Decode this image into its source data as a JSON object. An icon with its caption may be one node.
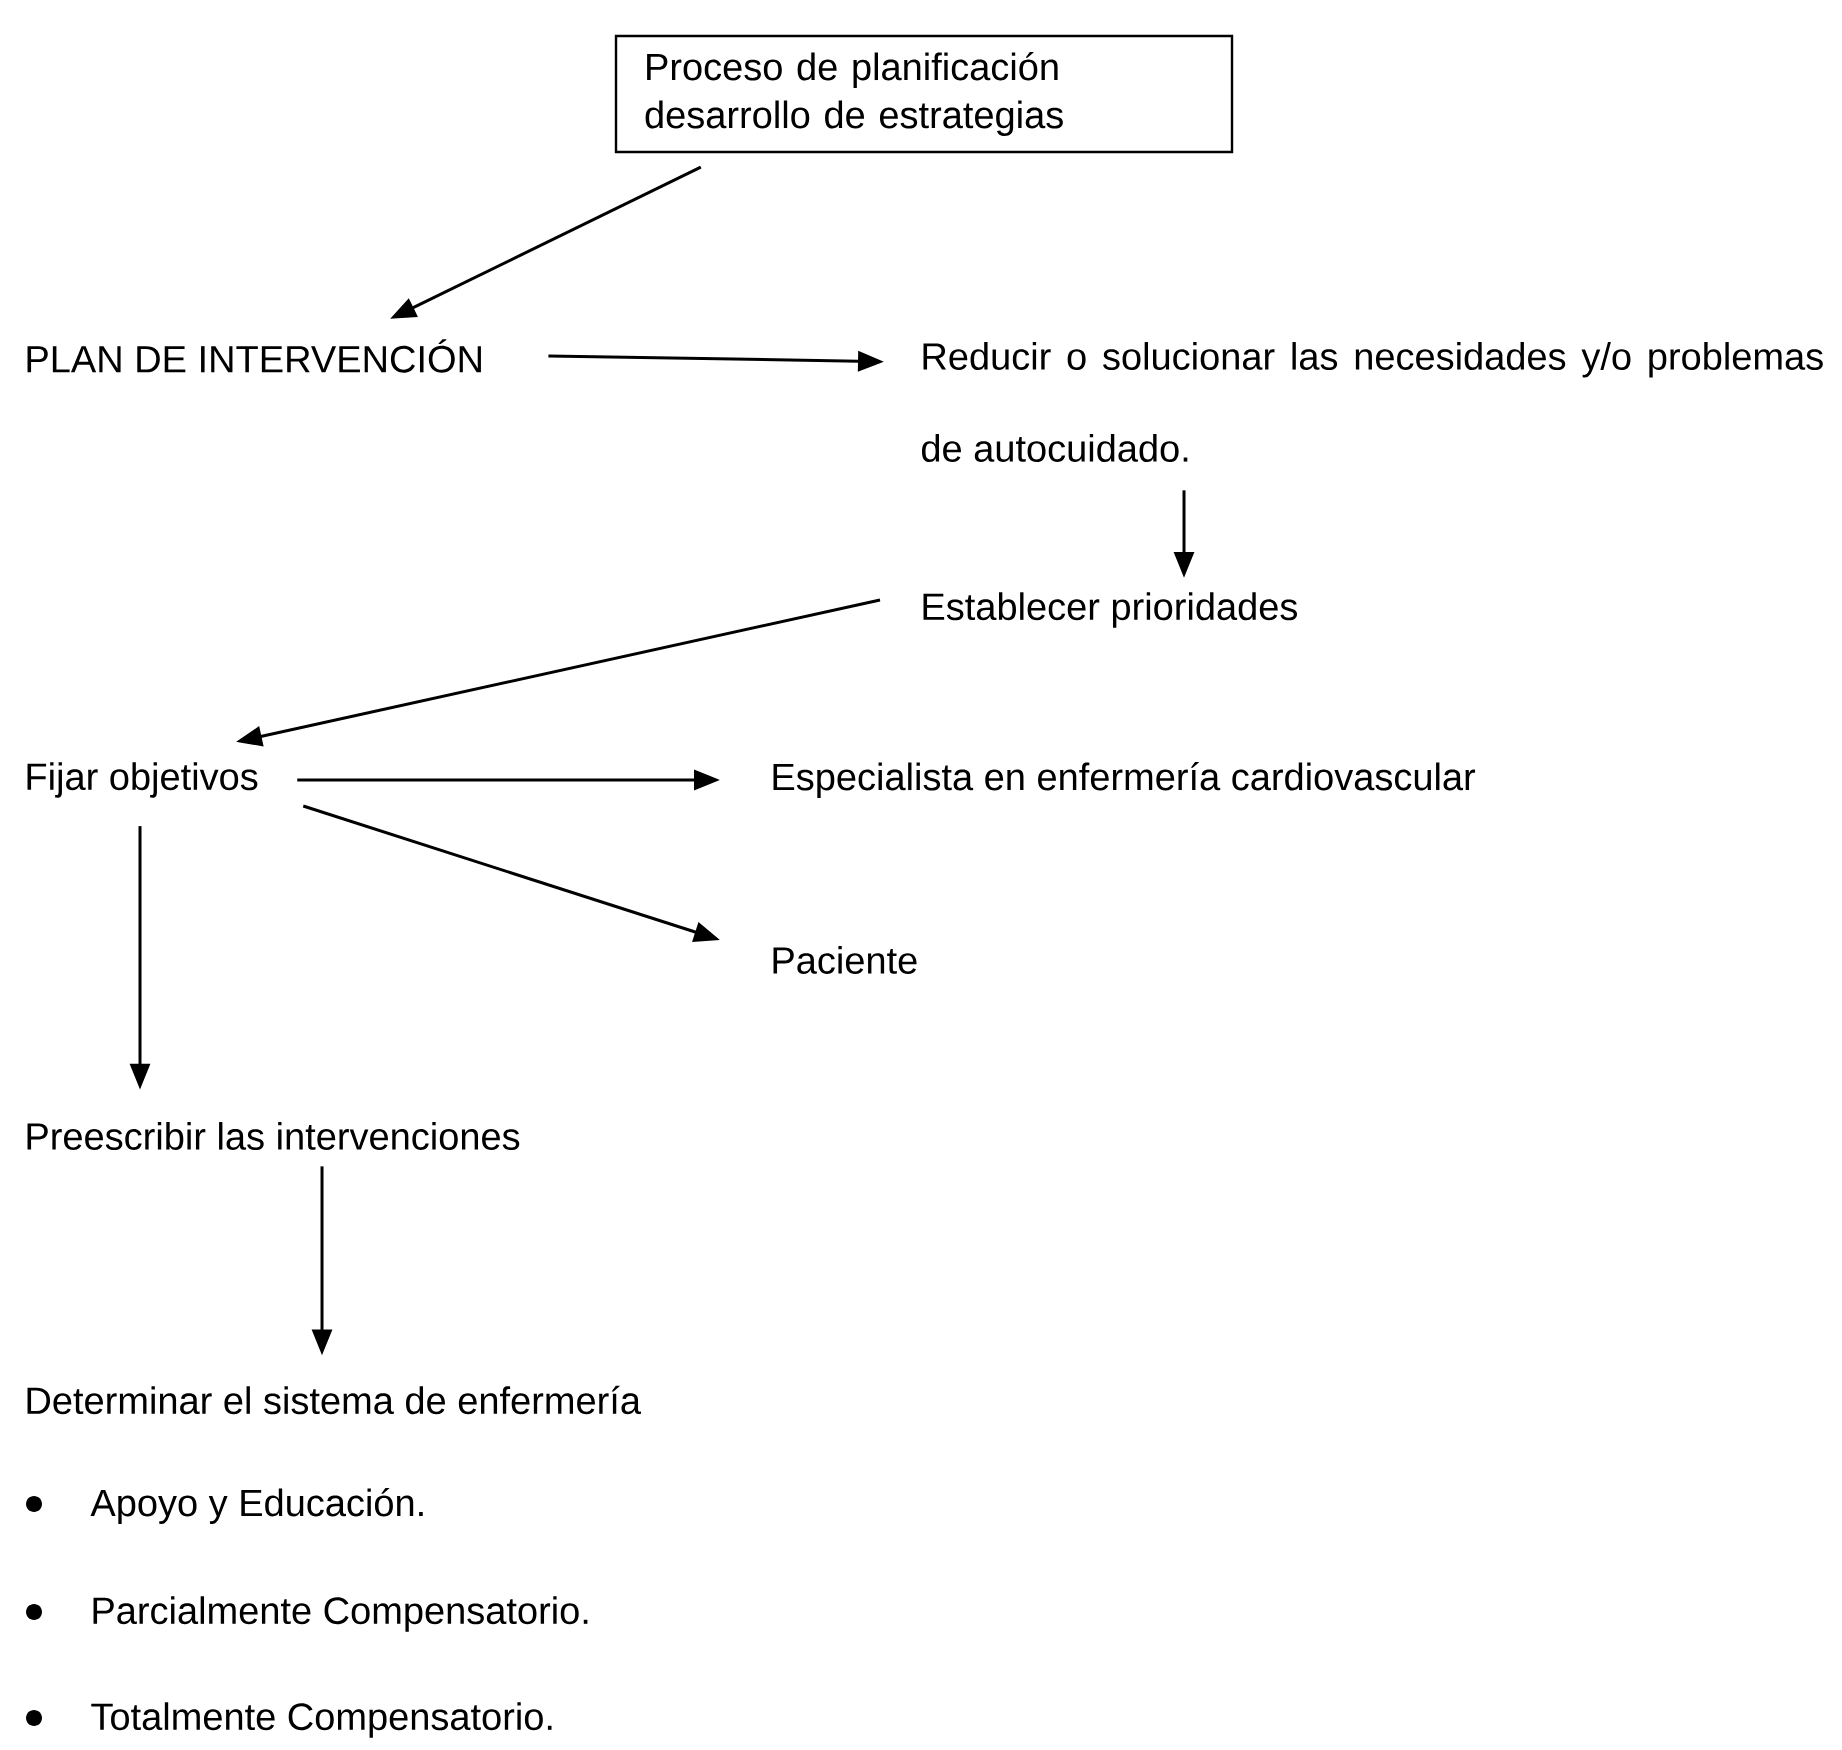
{
  "diagram": {
    "nodes": [
      {
        "text": [
          "Proceso de planificación desarrollo de estrategias"
        ]
      },
      {
        "text": [
          "PLAN DE INTERVENCIÓN"
        ]
      },
      {
        "text": [
          "Reducir o solucionar las necesidades y/o problemas de autocuidado."
        ]
      },
      {
        "text": [
          "Establecer prioridades"
        ]
      },
      {
        "text": [
          "Fijar objetivos"
        ]
      },
      {
        "text": [
          "Especialista en enfermería cardiovascular"
        ]
      },
      {
        "text": [
          "Paciente"
        ]
      },
      {
        "text": [
          "Preescribir las intervenciones"
        ]
      },
      {
        "text": [
          "Determinar el sistema de enfermería"
        ]
      }
    ],
    "edges": [
      {
        "from": 0,
        "to": 1,
        "arrow": "to"
      },
      {
        "from": 1,
        "to": 2,
        "arrow": "to"
      },
      {
        "from": 2,
        "to": 3,
        "arrow": "to"
      },
      {
        "from": 3,
        "to": 4,
        "arrow": "to"
      },
      {
        "from": 4,
        "to": 5,
        "arrow": "to"
      },
      {
        "from": 4,
        "to": 6,
        "arrow": "to"
      },
      {
        "from": 4,
        "to": 7,
        "arrow": "to"
      },
      {
        "from": 7,
        "to": 8,
        "arrow": "to"
      }
    ],
    "labels": [
      "Apoyo y Educación.",
      "Parcialmente Compensatorio.",
      "Totalmente Compensatorio."
    ]
  }
}
